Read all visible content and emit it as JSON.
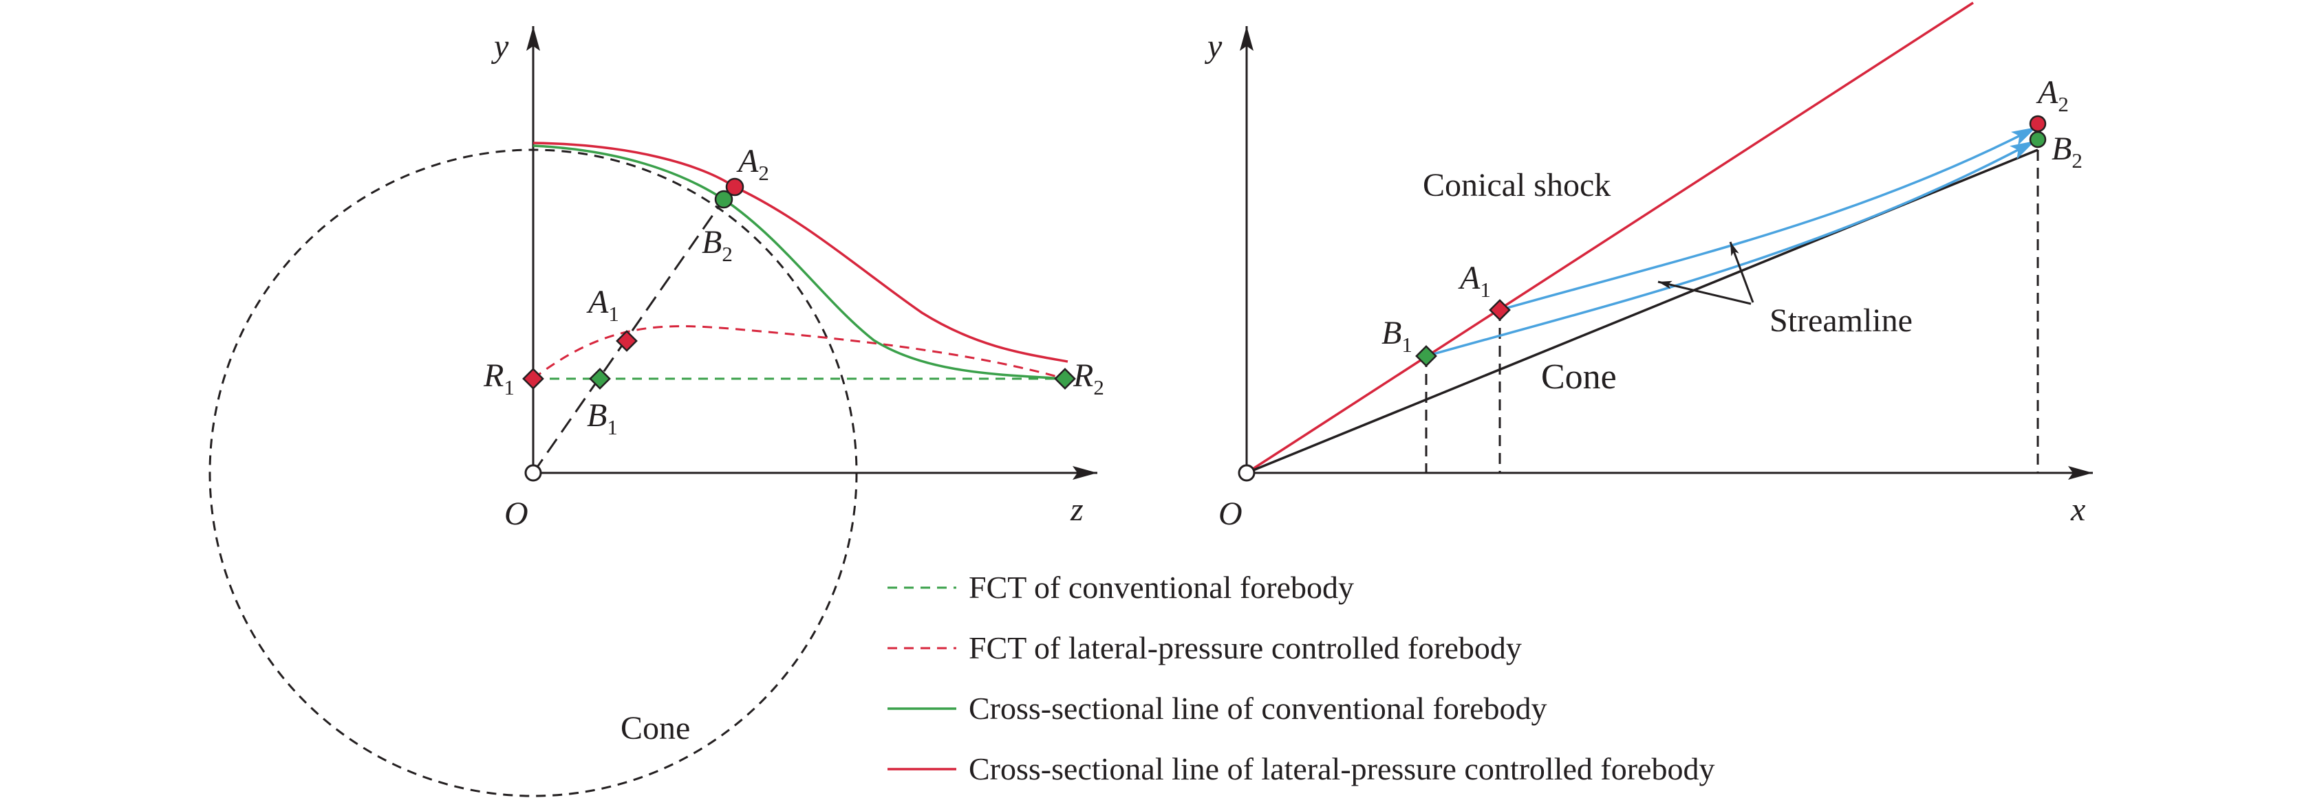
{
  "left_panel": {
    "y_axis": "y",
    "z_axis": "z",
    "origin": "O",
    "A2": {
      "main": "A",
      "sub": "2"
    },
    "B2": {
      "main": "B",
      "sub": "2"
    },
    "A1": {
      "main": "A",
      "sub": "1"
    },
    "B1": {
      "main": "B",
      "sub": "1"
    },
    "R1": {
      "main": "R",
      "sub": "1"
    },
    "R2": {
      "main": "R",
      "sub": "2"
    },
    "cone_label": "Cone"
  },
  "right_panel": {
    "y_axis": "y",
    "x_axis": "x",
    "origin": "O",
    "A2": {
      "main": "A",
      "sub": "2"
    },
    "B2": {
      "main": "B",
      "sub": "2"
    },
    "A1": {
      "main": "A",
      "sub": "1"
    },
    "B1": {
      "main": "B",
      "sub": "1"
    },
    "shock_label": "Conical shock",
    "streamline_label": "Streamline",
    "cone_label": "Cone"
  },
  "legend": [
    {
      "text": "FCT of conventional forebody",
      "color": "#3aa04a",
      "dashed": true
    },
    {
      "text": "FCT of lateral-pressure controlled forebody",
      "color": "#d7263d",
      "dashed": true
    },
    {
      "text": "Cross-sectional line of conventional forebody",
      "color": "#3aa04a",
      "dashed": false
    },
    {
      "text": "Cross-sectional line of lateral-pressure controlled forebody",
      "color": "#d7263d",
      "dashed": false
    }
  ],
  "colors": {
    "red": "#d7263d",
    "green": "#3aa04a",
    "blue": "#4aa3df",
    "black": "#231f20"
  }
}
